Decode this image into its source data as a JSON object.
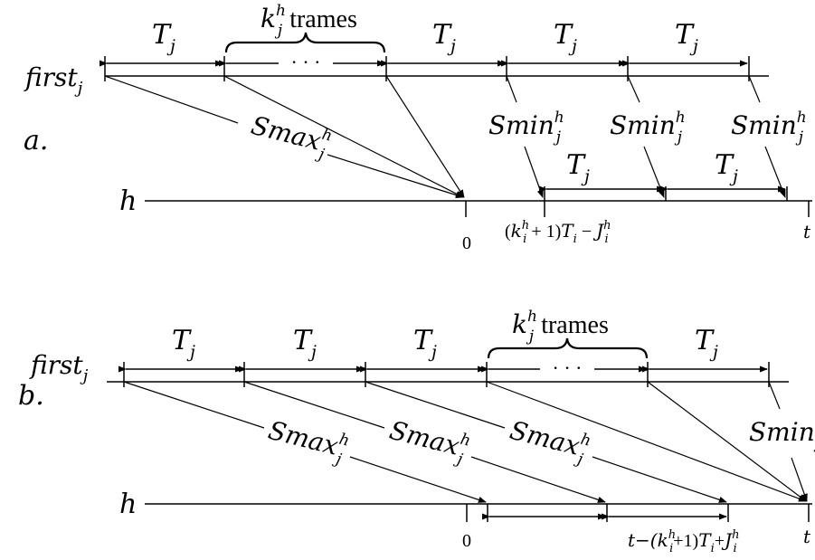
{
  "diagram": {
    "panel_a": {
      "label": "a.",
      "top_line_label": {
        "base": "first",
        "sub": "j"
      },
      "bottom_line_label": "h",
      "period_labels": [
        {
          "base": "T",
          "sub": "j"
        },
        {
          "base": "T",
          "sub": "j"
        },
        {
          "base": "T",
          "sub": "j"
        },
        {
          "base": "T",
          "sub": "j"
        }
      ],
      "brace_label": {
        "base": "k",
        "sub": "j",
        "sup": "h",
        "text": "trames"
      },
      "dots": "· · ·",
      "smax_label": {
        "base": "Smax",
        "sub": "j",
        "sup": "h"
      },
      "smin_labels": [
        {
          "base": "Smin",
          "sub": "j",
          "sup": "h"
        },
        {
          "base": "Smin",
          "sub": "j",
          "sup": "h"
        },
        {
          "base": "Smin",
          "sub": "j",
          "sup": "h"
        }
      ],
      "bottom_period_labels": [
        {
          "base": "T",
          "sub": "j"
        },
        {
          "base": "T",
          "sub": "j"
        }
      ],
      "tick_labels": {
        "zero": "0",
        "t": "t",
        "expr": {
          "open": "(",
          "k": "k",
          "k_sub": "i",
          "k_sup": "h",
          "plus": " + 1)",
          "T": "T",
          "T_sub": "i",
          "minus": " − ",
          "J": "J",
          "J_sub": "i",
          "J_sup": "h"
        }
      }
    },
    "panel_b": {
      "label": "b.",
      "top_line_label": {
        "base": "first",
        "sub": "j"
      },
      "bottom_line_label": "h",
      "period_labels": [
        {
          "base": "T",
          "sub": "j"
        },
        {
          "base": "T",
          "sub": "j"
        },
        {
          "base": "T",
          "sub": "j"
        },
        {
          "base": "T",
          "sub": "j"
        }
      ],
      "brace_label": {
        "base": "k",
        "sub": "j",
        "sup": "h",
        "text": "trames"
      },
      "dots": "· · ·",
      "smax_labels": [
        {
          "base": "Smax",
          "sub": "j",
          "sup": "h"
        },
        {
          "base": "Smax",
          "sub": "j",
          "sup": "h"
        },
        {
          "base": "Smax",
          "sub": "j",
          "sup": "h"
        }
      ],
      "smin_label": {
        "base": "Smin",
        "sub": "j",
        "sup": "h"
      },
      "tick_labels": {
        "zero": "0",
        "t": "t",
        "expr": {
          "pre": "t−(",
          "k": "k",
          "k_sub": "i",
          "k_sup": "h",
          "plus": "+1)",
          "T": "T",
          "T_sub": "i",
          "plusJ": "+",
          "J": "J",
          "J_sub": "i",
          "J_sup": "h"
        }
      }
    }
  }
}
